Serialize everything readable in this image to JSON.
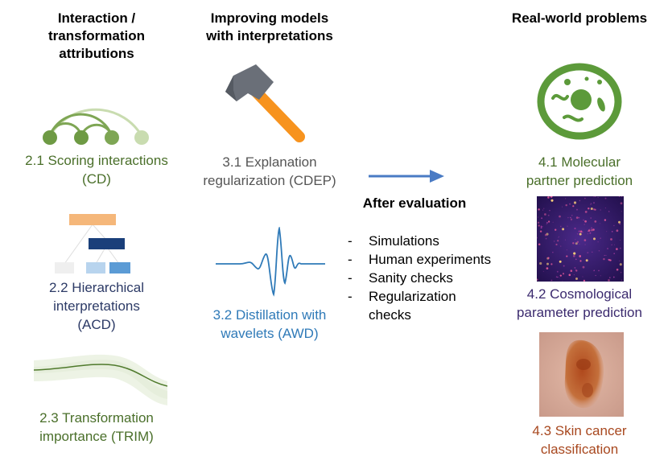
{
  "col1": {
    "header": [
      "Interaction /",
      "transformation",
      "attributions"
    ],
    "items": [
      {
        "lines": [
          "2.1 Scoring interactions",
          "(CD)"
        ]
      },
      {
        "lines": [
          "2.2 Hierarchical",
          "interpretations",
          "(ACD)"
        ]
      },
      {
        "lines": [
          "2.3 Transformation",
          "importance (TRIM)"
        ]
      }
    ]
  },
  "col2": {
    "header": [
      "Improving models",
      "with interpretations"
    ],
    "items": [
      {
        "lines": [
          "3.1 Explanation",
          "regularization (CDEP)"
        ]
      },
      {
        "lines": [
          "3.2 Distillation with",
          "wavelets (AWD)"
        ]
      }
    ]
  },
  "col3": {
    "title": "After evaluation",
    "list": [
      {
        "dash": "-",
        "text": "Simulations"
      },
      {
        "dash": "-",
        "text": "Human experiments"
      },
      {
        "dash": "-",
        "text": "Sanity checks"
      },
      {
        "dash": "-",
        "text": "Regularization"
      },
      {
        "dash": "",
        "text": "checks"
      }
    ]
  },
  "col4": {
    "header": "Real-world problems",
    "items": [
      {
        "lines": [
          "4.1 Molecular",
          "partner prediction"
        ]
      },
      {
        "lines": [
          "4.2 Cosmological",
          "parameter prediction"
        ]
      },
      {
        "lines": [
          "4.3 Skin cancer",
          "classification"
        ]
      }
    ]
  },
  "colors": {
    "green": "#4a6f2a",
    "navy": "#2c3a66",
    "gray": "#555555",
    "blue": "#2f7ab8",
    "purple": "#3b2a6e",
    "brown": "#a8481f",
    "arrow": "#4a7bc4"
  }
}
